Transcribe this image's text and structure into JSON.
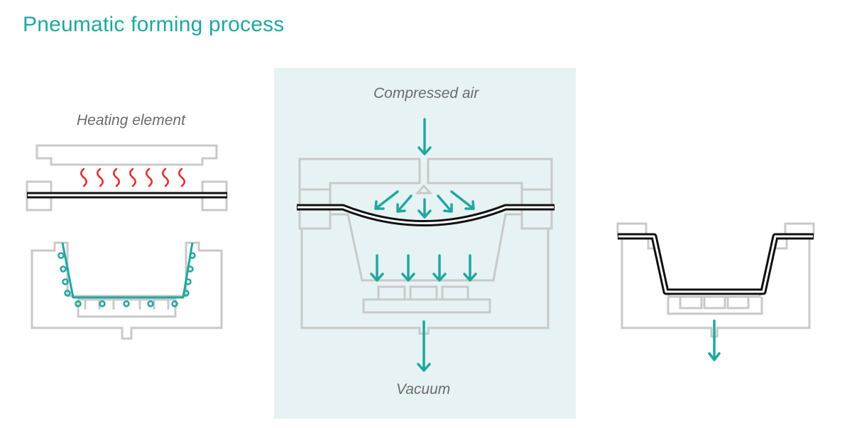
{
  "title": "Pneumatic forming process",
  "labels": {
    "heating": "Heating element",
    "compressed_air": "Compressed air",
    "vacuum": "Vacuum"
  },
  "colors": {
    "accent": "#1fa89e",
    "heat": "#e0322b",
    "mold": "#c9c9c9",
    "sheet": "#111111",
    "panel_bg": "#e6f2f4",
    "label": "#6b6b6b"
  }
}
